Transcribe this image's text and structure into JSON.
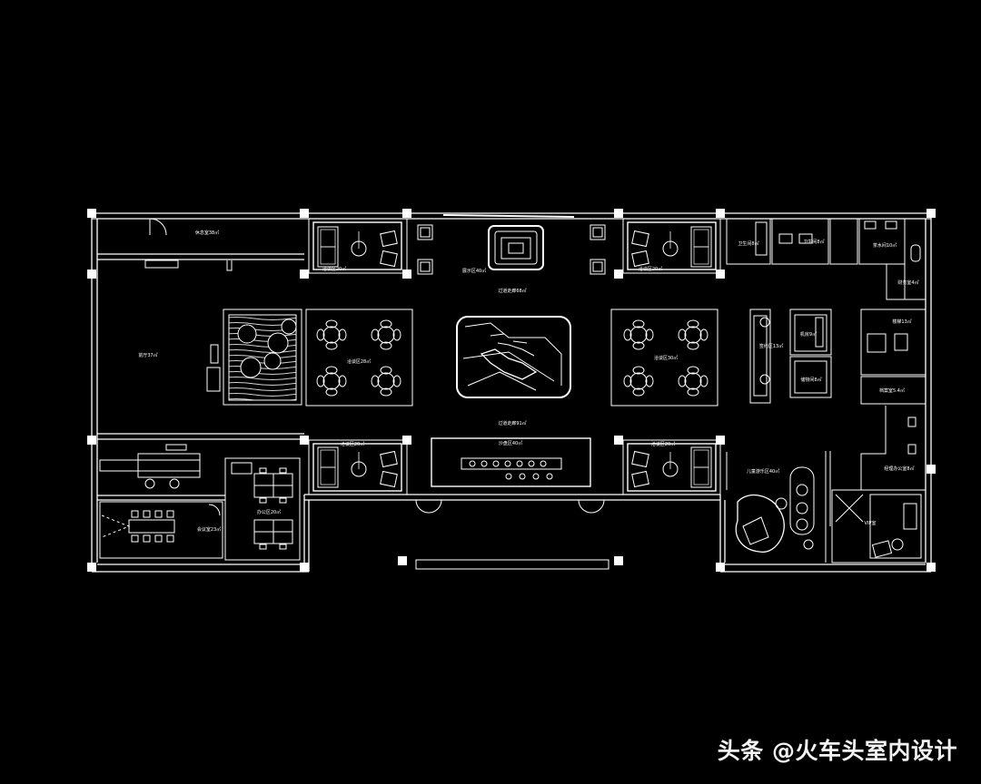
{
  "watermark": "头条 @火车头室内设计",
  "plan": {
    "colors": {
      "background": "#000000",
      "line": "#ffffff",
      "hatch": "#cfcfcf"
    },
    "room_labels": {
      "rest_room": "休息室38㎡",
      "lobby": "前厅37㎡",
      "negotiation_tl": "洽谈区20㎡",
      "display_area": "展示区40㎡",
      "negotiation_tr": "洽谈区20㎡",
      "transition_corridor_top": "过道走廊68㎡",
      "negotiation_ml": "洽谈区28㎡",
      "negotiation_mr": "洽谈区30㎡",
      "transition_corridor_bottom": "过道走廊91㎡",
      "negotiation_bl": "洽谈区20㎡",
      "sand_table": "沙盘区40㎡",
      "negotiation_br": "洽谈区20㎡",
      "office_area": "办公区20㎡",
      "meeting_room": "会议室23㎡",
      "sign_area": "签约区13㎡",
      "machine_room": "机房9㎡",
      "storage": "储物间8㎡",
      "toilet_1": "卫生间8㎡",
      "toilet_2": "卫生间8㎡",
      "pantry": "茶水间10㎡",
      "finance": "财务室4㎡",
      "stair_1": "楼梯13㎡",
      "archive": "档案室5.4㎡",
      "manager": "经理办公室8㎡",
      "kids_area": "儿童游乐区40㎡",
      "vip_room": "VIP室"
    }
  }
}
